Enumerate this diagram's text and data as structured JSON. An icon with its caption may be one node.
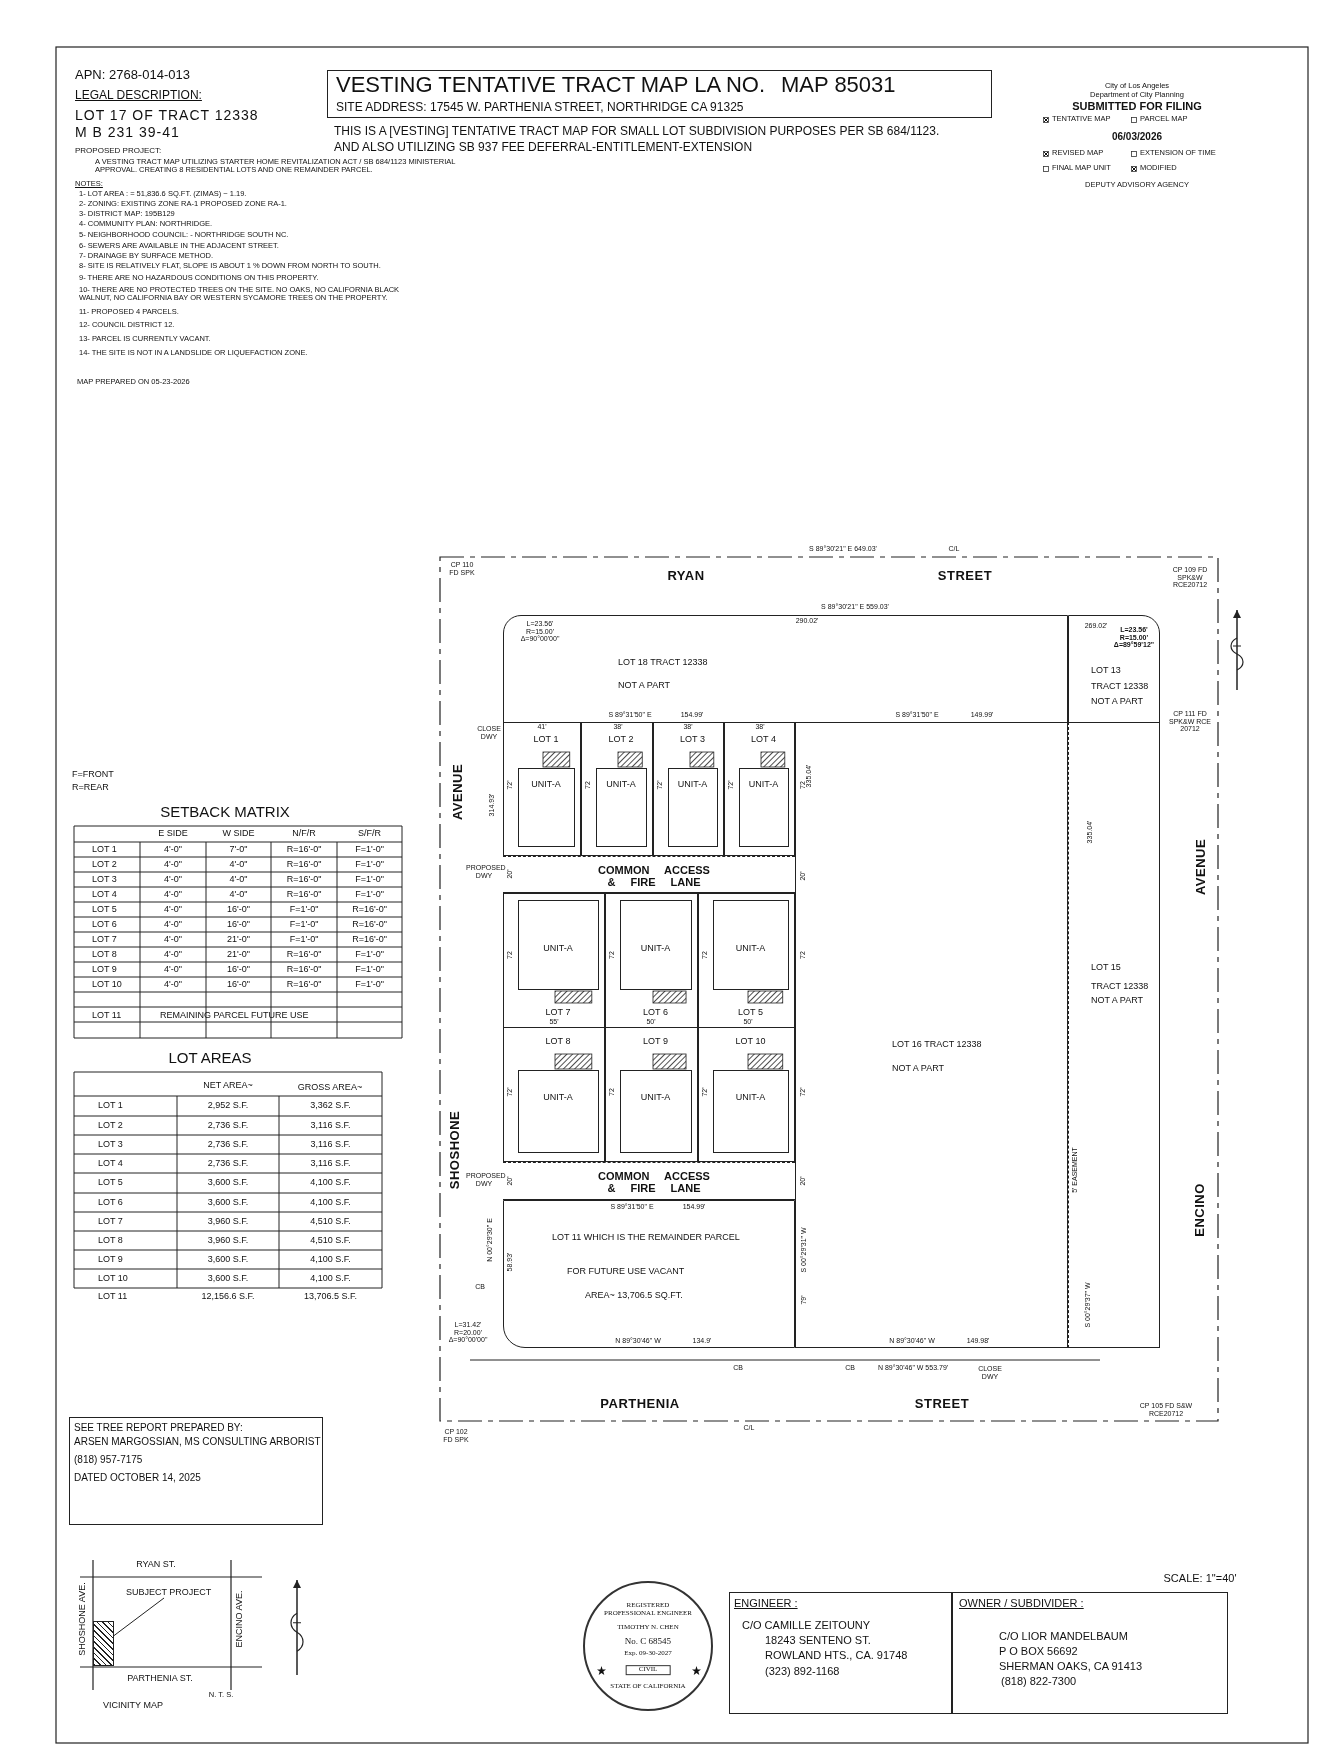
{
  "diagram": {
    "nodes": [
      {
        "text": [
          "VESTING TENTATIVE TRACT MAP LA NO.",
          "MAP 85031",
          "SITE ADDRESS: 17545 W. PARTHENIA STREET, NORTHRIDGE CA 91325"
        ]
      },
      {
        "text": [
          "LOT 18 TRACT 12338",
          "NOT A PART"
        ]
      },
      {
        "text": [
          "LOT 13",
          "TRACT 12338",
          "NOT A PART"
        ]
      },
      {
        "text": [
          "LOT 1",
          "UNIT-A"
        ]
      },
      {
        "text": [
          "LOT 2",
          "UNIT-A"
        ]
      },
      {
        "text": [
          "LOT 3",
          "UNIT-A"
        ]
      },
      {
        "text": [
          "LOT 4",
          "UNIT-A"
        ]
      },
      {
        "text": [
          "COMMON ACCESS & FIRE LANE"
        ]
      },
      {
        "text": [
          "UNIT-A",
          "LOT 7"
        ]
      },
      {
        "text": [
          "UNIT-A",
          "LOT 6"
        ]
      },
      {
        "text": [
          "UNIT-A",
          "LOT 5"
        ]
      },
      {
        "text": [
          "LOT 15",
          "TRACT 12338",
          "NOT A PART"
        ]
      },
      {
        "text": [
          "LOT 16 TRACT 12338",
          "NOT A PART"
        ]
      },
      {
        "text": [
          "LOT 8",
          "UNIT-A"
        ]
      },
      {
        "text": [
          "LOT 9",
          "UNIT-A"
        ]
      },
      {
        "text": [
          "LOT 10",
          "UNIT-A"
        ]
      },
      {
        "text": [
          "COMMON ACCESS & FIRE LANE"
        ]
      },
      {
        "text": [
          "LOT 11 WHICH IS THE REMAINDER PARCEL",
          "FOR FUTURE USE VACANT",
          "AREA~ 13,706.5 SQ.FT."
        ]
      },
      {
        "text": [
          "SEE TREE REPORT PREPARED BY:",
          "ARSEN MARGOSSIAN, MS CONSULTING ARBORIST",
          "(818) 957-7175",
          "DATED OCTOBER 14, 2025"
        ]
      },
      {
        "text": [
          "SUBJECT PROJECT"
        ]
      },
      {
        "text": [],
        "shape": "box"
      },
      {
        "text": [
          "REGISTERED PROFESSIONAL ENGINEER",
          "TIMOTHY N. CHEN",
          "No. C 68545",
          "Exp. 09-30-2027",
          "CIVIL",
          "STATE OF CALIFORNIA"
        ]
      },
      {
        "text": [
          "ENGINEER :",
          "C/O CAMILLE ZEITOUNY",
          "18243 SENTENO ST.",
          "ROWLAND HTS., CA. 91748",
          "(323) 892-1168"
        ]
      },
      {
        "text": [
          "OWNER / SUBDIVIDER :",
          "C/O LIOR MANDELBAUM",
          "P O BOX 56692",
          "SHERMAN OAKS, CA 91413",
          "(818) 822-7300"
        ]
      }
    ],
    "edges": [
      {
        "from": 19,
        "to": 20,
        "arrow": "none"
      }
    ],
    "labels": [
      "APN: 2768-014-013",
      "LEGAL DESCRIPTION:",
      "LOT 17 OF TRACT 12338",
      "M B 231 39-41",
      "PROPOSED PROJECT:",
      "A VESTING TRACT MAP UTILIZING STARTER HOME REVITALIZATION ACT / SB 684/1123 MINISTERIAL APPROVAL. CREATING 8 RESIDENTIAL LOTS AND ONE REMAINDER PARCEL.",
      "NOTES:",
      "1- LOT AREA : = 51,836.6 SQ.FT. (ZIMAS) ~ 1.19.",
      "2- ZONING: EXISTING ZONE RA-1 PROPOSED ZONE RA-1.",
      "3- DISTRICT MAP: 195B129",
      "4- COMMUNITY PLAN: NORTHRIDGE.",
      "5- NEIGHBORHOOD COUNCIL: - NORTHRIDGE SOUTH NC.",
      "6- SEWERS ARE AVAILABLE IN THE ADJACENT STREET.",
      "7- DRAINAGE BY SURFACE METHOD.",
      "8- SITE IS RELATIVELY FLAT, SLOPE IS ABOUT 1 % DOWN FROM NORTH TO SOUTH.",
      "9- THERE ARE NO HAZARDOUS CONDITIONS ON THIS PROPERTY.",
      "10- THERE ARE NO PROTECTED TREES ON THE SITE. NO OAKS, NO CALIFORNIA BLACK WALNUT, NO CALIFORNIA BAY OR WESTERN SYCAMORE TREES ON THE PROPERTY.",
      "11- PROPOSED 4 PARCELS.",
      "12- COUNCIL DISTRICT 12.",
      "13- PARCEL IS CURRENTLY VACANT.",
      "14- THE SITE IS NOT IN A LANDSLIDE OR LIQUEFACTION ZONE.",
      "MAP PREPARED ON 05-23-2026",
      "THIS IS A [VESTING] TENTATIVE TRACT MAP FOR SMALL LOT SUBDIVISION PURPOSES PER SB 684/1123.",
      "AND ALSO UTILIZING SB 937 FEE DEFERRAL-ENTITLEMENT-EXTENSION",
      "City of Los Angeles",
      "Department of City Planning",
      "SUBMITTED FOR FILING",
      "TENTATIVE MAP",
      "PARCEL MAP",
      "06/03/2026",
      "REVISED MAP",
      "EXTENSION OF TIME",
      "FINAL MAP UNIT",
      "MODIFIED",
      "DEPUTY ADVISORY AGENCY",
      "F=FRONT",
      "R=REAR",
      "SETBACK MATRIX",
      "E SIDE",
      "W SIDE",
      "N/F/R",
      "S/F/R",
      "LOT 1",
      "4'-0\"",
      "7'-0\"",
      "R=16'-0\"",
      "F=1'-0\"",
      "LOT 2",
      "4'-0\"",
      "4'-0\"",
      "R=16'-0\"",
      "F=1'-0\"",
      "LOT 3",
      "4'-0\"",
      "4'-0\"",
      "R=16'-0\"",
      "F=1'-0\"",
      "LOT 4",
      "4'-0\"",
      "4'-0\"",
      "R=16'-0\"",
      "F=1'-0\"",
      "LOT 5",
      "4'-0\"",
      "16'-0\"",
      "F=1'-0\"",
      "R=16'-0\"",
      "LOT 6",
      "4'-0\"",
      "16'-0\"",
      "F=1'-0\"",
      "R=16'-0\"",
      "LOT 7",
      "4'-0\"",
      "21'-0\"",
      "F=1'-0\"",
      "R=16'-0\"",
      "LOT 8",
      "4'-0\"",
      "21'-0\"",
      "R=16'-0\"",
      "F=1'-0\"",
      "LOT 9",
      "4'-0\"",
      "16'-0\"",
      "R=16'-0\"",
      "F=1'-0\"",
      "LOT 10",
      "4'-0\"",
      "16'-0\"",
      "R=16'-0\"",
      "F=1'-0\"",
      "LOT 11",
      "REMAINING PARCEL FUTURE USE",
      "LOT AREAS",
      "NET AREA~",
      "GROSS AREA~",
      "LOT 1",
      "2,952 S.F.",
      "3,362 S.F.",
      "LOT 2",
      "2,736 S.F.",
      "3,116 S.F.",
      "LOT 3",
      "2,736 S.F.",
      "3,116 S.F.",
      "LOT 4",
      "2,736 S.F.",
      "3,116 S.F.",
      "LOT 5",
      "3,600 S.F.",
      "4,100 S.F.",
      "LOT 6",
      "3,600 S.F.",
      "4,100 S.F.",
      "LOT 7",
      "3,960 S.F.",
      "4,510 S.F.",
      "LOT 8",
      "3,960 S.F.",
      "4,510 S.F.",
      "LOT 9",
      "3,600 S.F.",
      "4,100 S.F.",
      "LOT 10",
      "3,600 S.F.",
      "4,100 S.F.",
      "LOT 11",
      "12,156.6 S.F.",
      "13,706.5 S.F.",
      "SCALE: 1\"=40'",
      "RYAN ST.",
      "SHOSHONE AVE.",
      "ENCINO AVE.",
      "PARTHENIA ST.",
      "VICINITY MAP",
      "N. T. S.",
      "RYAN",
      "STREET",
      "S 89°30'21\" E 649.03'",
      "C/L",
      "CP 110 FD SPK",
      "CP 109 FD SPK&W RCE20712",
      "S 89°30'21\" E 559.03'",
      "290.02'",
      "269.02'",
      "L=23.56' R=15.00' Δ=90°00'00\"",
      "L=23.56' R=15.00' Δ=89°59'12\"",
      "CLOSE DWY",
      "41'",
      "38'",
      "38'",
      "38'",
      "S 89°31'50\" E",
      "154.99'",
      "S 89°31'50\" E",
      "149.99'",
      "CP 111 FD SPK&W RCE 20712",
      "AVENUE",
      "SHOSHONE",
      "AVENUE",
      "ENCINO",
      "314.93'",
      "335.04'",
      "335.04'",
      "PROPOSED DWY",
      "20'",
      "20'",
      "55'",
      "50'",
      "50'",
      "PROPOSED DWY",
      "20'",
      "20'",
      "S 89°31'50\" E",
      "154.99'",
      "N 00°29'30\" E",
      "58.93'",
      "S 00°29'31\" W",
      "79'",
      "5' EASEMENT",
      "S 00°29'37\" W",
      "L=31.42' R=20.00' Δ=90°00'00\"",
      "CB",
      "N 89°30'46\" W",
      "134.9'",
      "CB",
      "CB",
      "N 89°30'46\" W",
      "149.98'",
      "N 89°30'46\" W 553.79'",
      "CLOSE DWY",
      "PARTHENIA",
      "STREET",
      "C/L",
      "CP 102 FD SPK",
      "CP 105 FD S&W RCE20712",
      "72'",
      "72",
      "72'",
      "72'",
      "72",
      "72",
      "72",
      "72",
      "72",
      "72'",
      "72",
      "72'",
      "72'"
    ]
  }
}
